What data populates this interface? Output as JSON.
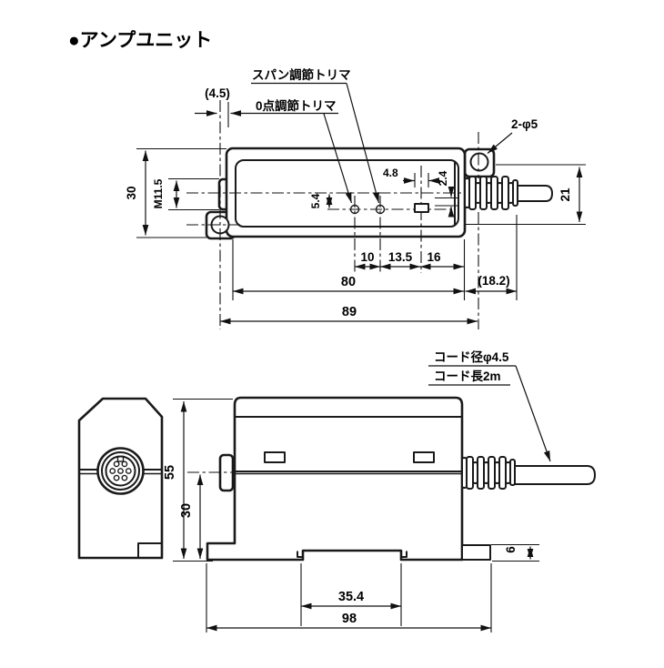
{
  "title": "●アンプユニット",
  "top_view": {
    "span_trimmer_label": "スパン調節トリマ",
    "zero_trimmer_label": "0点調節トリマ",
    "mount_hole_label": "2-φ5",
    "dim_hole_offset": "(4.5)",
    "dim_height": "30",
    "dim_thread": "M11.5",
    "dim_trimmer_offset": "5.4",
    "dim_slot_width": "4.8",
    "dim_slot_height": "2.4",
    "dim_end_height": "21",
    "dim_trimmer_pitch": "10",
    "dim_slot_pitch": "13.5",
    "dim_end_pitch": "16",
    "dim_body_length": "80",
    "dim_boot_length": "(18.2)",
    "dim_hole_pitch": "89"
  },
  "bottom_view": {
    "cord_dia_label": "コード径φ4.5",
    "cord_len_label": "コード長2m",
    "dim_height": "55",
    "dim_lower_height": "30",
    "dim_notch_width": "35.4",
    "dim_overall_length": "98",
    "dim_foot_height": "6"
  }
}
